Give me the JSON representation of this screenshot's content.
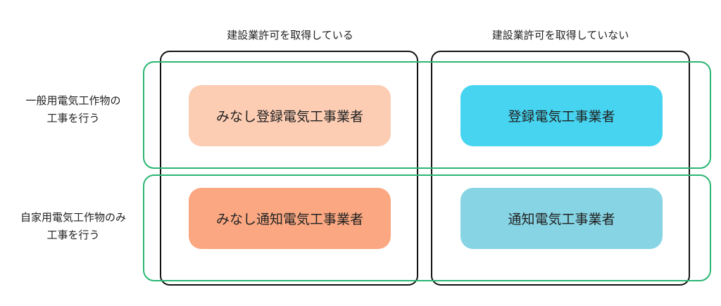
{
  "columns": [
    {
      "label": "建設業許可を取得している"
    },
    {
      "label": "建設業許可を取得していない"
    }
  ],
  "rows": [
    {
      "label_lines": [
        "一般用電気工作物の",
        "工事を行う"
      ]
    },
    {
      "label_lines": [
        "自家用電気工作物のみ",
        "工事を行う"
      ]
    }
  ],
  "cells": [
    {
      "label": "みなし登録電気工事業者",
      "color": "#fdcdb3"
    },
    {
      "label": "登録電気工事業者",
      "color": "#46d4f0"
    },
    {
      "label": "みなし通知電気工事業者",
      "color": "#fba882"
    },
    {
      "label": "通知電気工事業者",
      "color": "#86d4e4"
    }
  ],
  "colors": {
    "column_frame": "#111111",
    "row_frame": "#2bb673"
  }
}
